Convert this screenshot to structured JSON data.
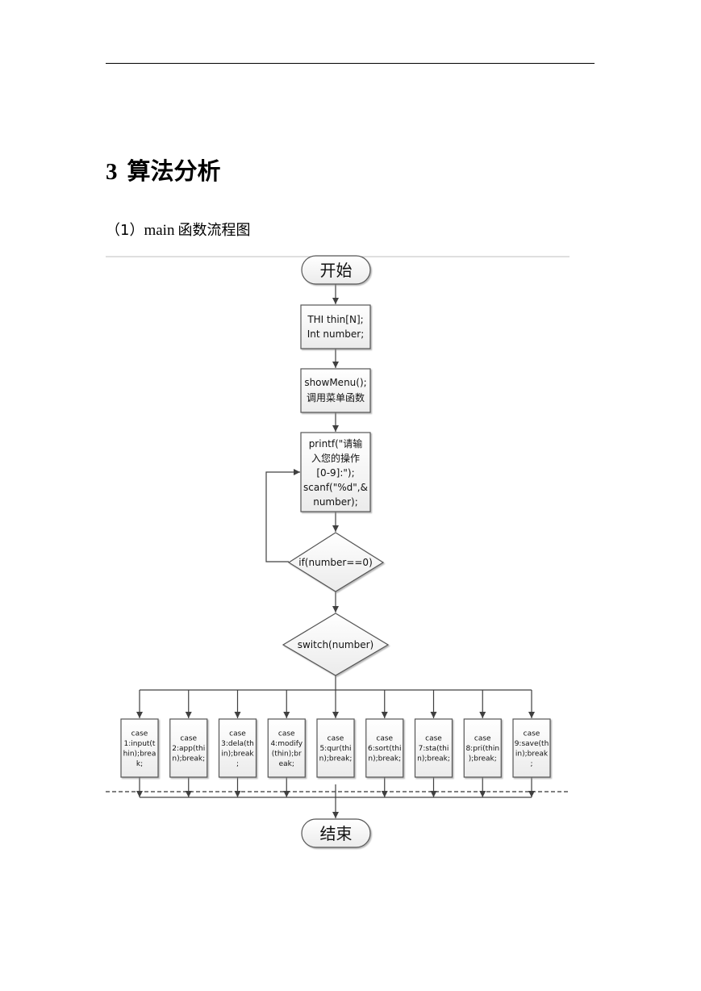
{
  "heading": {
    "number": "3",
    "title": "算法分析"
  },
  "subheading": {
    "label_prefix": "（1）",
    "label_code": "main",
    "label_suffix": "函数流程图"
  },
  "flowchart": {
    "start": "开始",
    "end": "结束",
    "declare": [
      "THI thin[N];",
      "Int number;"
    ],
    "menu": [
      "showMenu();",
      "调用菜单函数"
    ],
    "input": [
      "printf(\"请输",
      "入您的操作",
      "[0-9]:\");",
      "scanf(\"%d\",&",
      "number);"
    ],
    "decision_exit": "if(number==0)",
    "decision_switch": "switch(number)",
    "cases": [
      [
        "case",
        "1:input(t",
        "hin);brea",
        "k;"
      ],
      [
        "case",
        "2:app(thi",
        "n);break;"
      ],
      [
        "case",
        "3:dela(th",
        "in);break",
        ";"
      ],
      [
        "case",
        "4:modify",
        "(thin);br",
        "eak;"
      ],
      [
        "case",
        "5:qur(thi",
        "n);break;"
      ],
      [
        "case",
        "6:sort(thi",
        "n);break;"
      ],
      [
        "case",
        "7:sta(thi",
        "n);break;"
      ],
      [
        "case",
        "8:pri(thin",
        ");break;"
      ],
      [
        "case",
        "9:save(th",
        "in);break",
        ";"
      ]
    ]
  }
}
